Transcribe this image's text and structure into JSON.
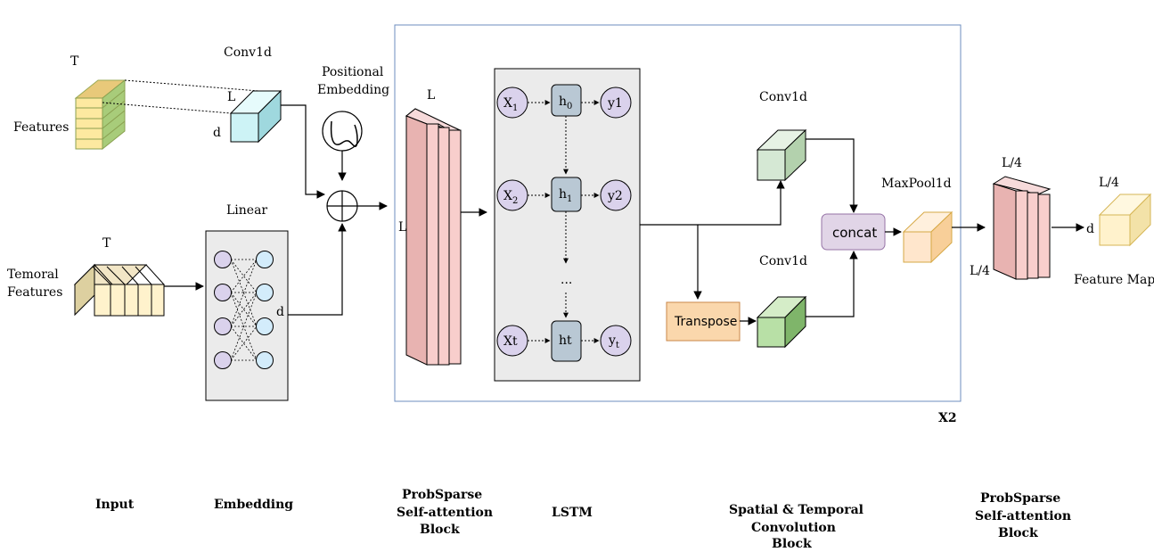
{
  "input": {
    "features_T": "T",
    "features_label": "Features",
    "temporal_T": "T",
    "temporal_label_line1": "Temoral",
    "temporal_label_line2": "Features",
    "section": "Input"
  },
  "embedding": {
    "conv1d": "Conv1d",
    "conv_L": "L",
    "conv_d": "d",
    "positional_line1": "Positional",
    "positional_line2": "Embedding",
    "linear": "Linear",
    "linear_d": "d",
    "section": "Embedding"
  },
  "probsparse1": {
    "top_L": "L",
    "side_L": "L",
    "section_line1": "ProbSparse",
    "section_line2": "Self-attention",
    "section_line3": "Block"
  },
  "lstm": {
    "x1": "X",
    "x1_sub": "1",
    "x2": "X",
    "x2_sub": "2",
    "xt": "Xt",
    "h0": "h",
    "h0_sub": "0",
    "h1": "h",
    "h1_sub": "1",
    "ht": "ht",
    "y1": "y1",
    "y2": "y2",
    "yt": "y",
    "yt_sub": "t",
    "ellipsis": "...",
    "section": "LSTM"
  },
  "stconv": {
    "conv1d_top": "Conv1d",
    "conv1d_bottom": "Conv1d",
    "transpose": "Transpose",
    "concat": "concat",
    "maxpool": "MaxPool1d",
    "repeat": "X2",
    "section_line1": "Spatial & Temporal",
    "section_line2": "Convolution",
    "section_line3": "Block"
  },
  "probsparse2": {
    "top_label": "L/4",
    "side_label": "L/4",
    "section_line1": "ProbSparse",
    "section_line2": "Self-attention",
    "section_line3": "Block"
  },
  "output": {
    "top_label": "L/4",
    "d_label": "d",
    "label": "Feature Map"
  },
  "colors": {
    "features_yellow": "#fde9a0",
    "conv_cyan": "#cdf3f6",
    "temporal_cream": "#fff2cc",
    "attention_pink": "#f8cecc",
    "lstm_node_purple": "#dad2ec",
    "lstm_hidden_slate": "#b9c8d4",
    "panel_gray": "#ebebeb",
    "conv_green_light": "#d5e8d4",
    "conv_green": "#b8e0a6",
    "transpose_orange": "#fad7ac",
    "concat_lavender": "#e1d5e7",
    "maxpool_peach": "#ffe6cc",
    "feature_map_yellow": "#fff2cc",
    "block_border": "#6c8ebf"
  }
}
